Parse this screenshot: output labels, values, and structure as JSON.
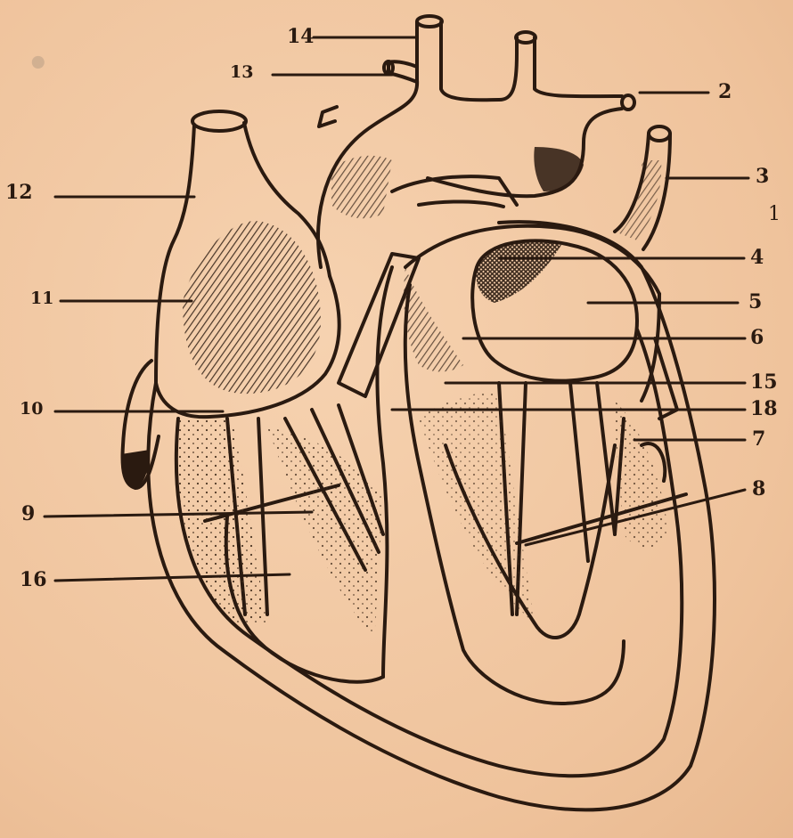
{
  "figure": {
    "labels": [
      {
        "id": "l1",
        "text": "1"
      },
      {
        "id": "l2",
        "text": "2"
      },
      {
        "id": "l3",
        "text": "3"
      },
      {
        "id": "l4",
        "text": "4"
      },
      {
        "id": "l5",
        "text": "5"
      },
      {
        "id": "l6",
        "text": "6"
      },
      {
        "id": "l7",
        "text": "7"
      },
      {
        "id": "l8",
        "text": "8"
      },
      {
        "id": "l9",
        "text": "9"
      },
      {
        "id": "l10",
        "text": "10"
      },
      {
        "id": "l11",
        "text": "11"
      },
      {
        "id": "l12",
        "text": "12"
      },
      {
        "id": "l13",
        "text": "13"
      },
      {
        "id": "l14",
        "text": "14"
      },
      {
        "id": "l15",
        "text": "15"
      },
      {
        "id": "l16",
        "text": "16"
      },
      {
        "id": "l18",
        "text": "18"
      }
    ],
    "colors": {
      "paper": "#f2c9a4",
      "ink": "#2a1a10"
    }
  }
}
